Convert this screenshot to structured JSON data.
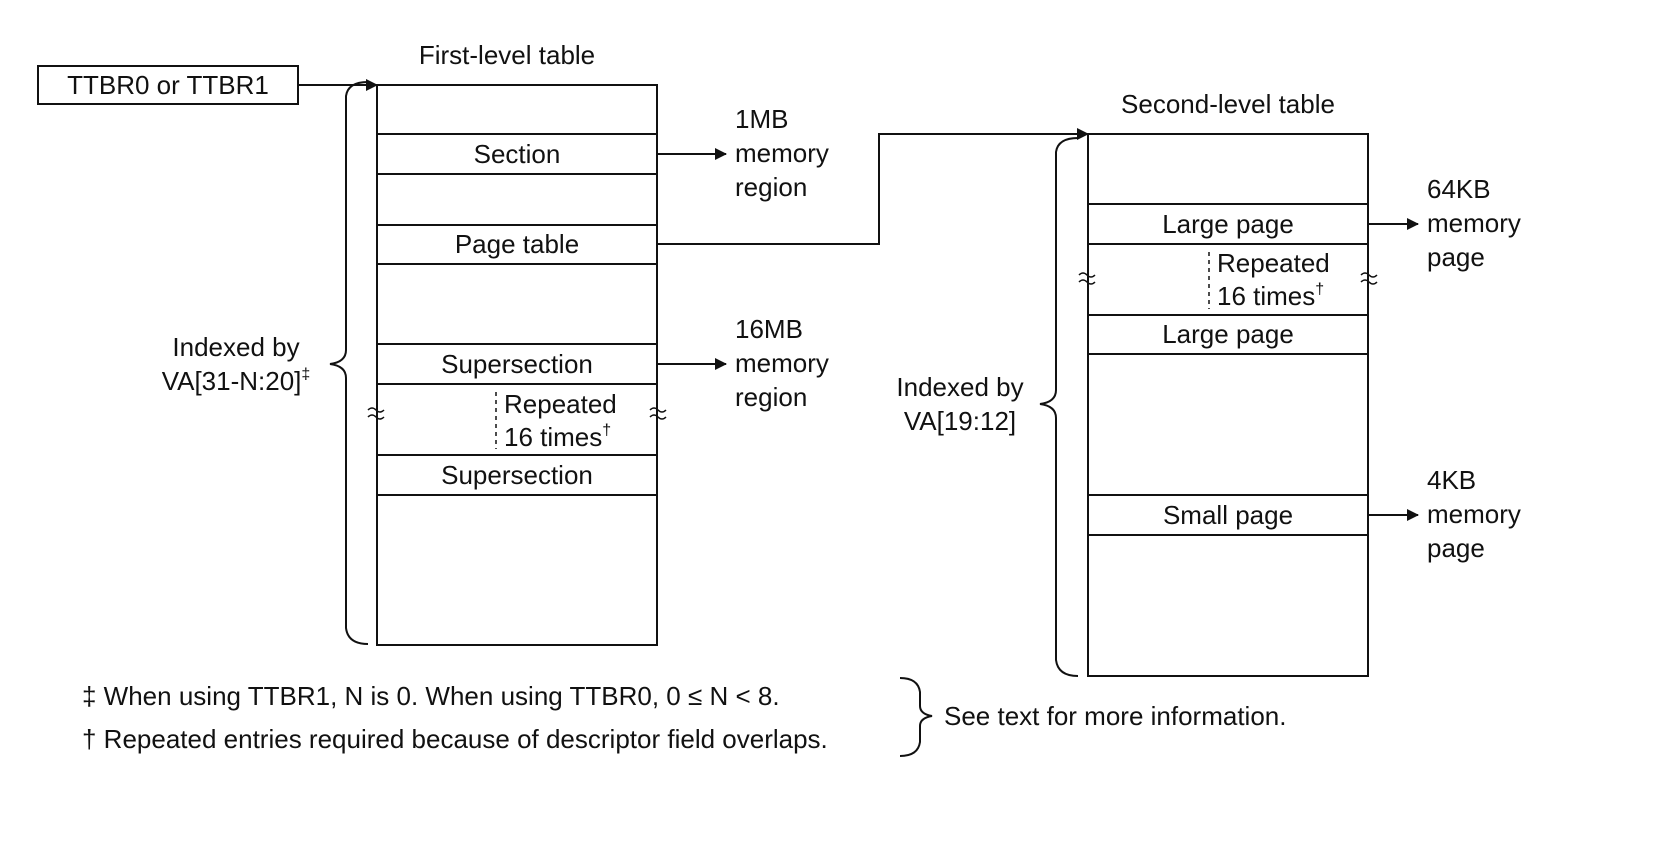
{
  "register": {
    "label": "TTBR0 or TTBR1"
  },
  "first_level": {
    "title": "First-level table",
    "index_line1": "Indexed by",
    "index_line2": "VA[31-N:20]",
    "index_mark": "‡",
    "entries": {
      "section": "Section",
      "page_table": "Page table",
      "supersection_top": "Supersection",
      "supersection_bottom": "Supersection"
    },
    "repeat_line1": "Repeated",
    "repeat_line2": "16 times",
    "repeat_mark": "†"
  },
  "region_1mb": {
    "line1": "1MB",
    "line2": "memory",
    "line3": "region"
  },
  "region_16mb": {
    "line1": "16MB",
    "line2": "memory",
    "line3": "region"
  },
  "second_level": {
    "title": "Second-level table",
    "index_line1": "Indexed by",
    "index_line2": "VA[19:12]",
    "entries": {
      "large_page_top": "Large page",
      "large_page_bottom": "Large page",
      "small_page": "Small page"
    },
    "repeat_line1": "Repeated",
    "repeat_line2": "16 times",
    "repeat_mark": "†"
  },
  "page_64kb": {
    "line1": "64KB",
    "line2": "memory",
    "line3": "page"
  },
  "page_4kb": {
    "line1": "4KB",
    "line2": "memory",
    "line3": "page"
  },
  "notes": {
    "note1": "‡ When using TTBR1, N is 0. When using TTBR0, 0 ≤ N < 8.",
    "note2": "† Repeated entries required because of descriptor field overlaps.",
    "see_text": "See text for more information."
  }
}
